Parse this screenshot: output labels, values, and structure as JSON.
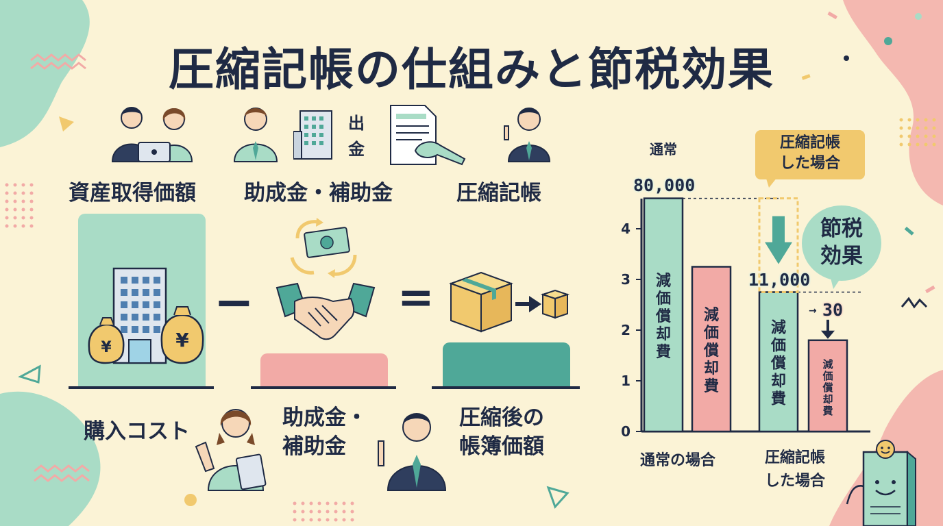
{
  "title": "圧縮記帳の仕組みと節税効果",
  "top_labels": {
    "acquisition": "資産取得価額",
    "subsidy": "助成金・補助金",
    "compression": "圧縮記帳",
    "payout_char1": "出",
    "payout_char2": "金"
  },
  "equation": {
    "minus": "−",
    "equals": "=",
    "purchase_cost": "購入コスト",
    "subsidy_line1": "助成金・",
    "subsidy_line2": "補助金",
    "after_line1": "圧縮後の",
    "after_line2": "帳簿価額",
    "yen": "¥"
  },
  "chart_labels": {
    "normal_header": "通常",
    "compressed_callout_line1": "圧縮記帳",
    "compressed_callout_line2": "した場合",
    "tax_effect_line1": "節税",
    "tax_effect_line2": "効果",
    "value_80000": "80,000",
    "value_11000": "11,000",
    "value_30": "30",
    "x_normal": "通常の場合",
    "x_compressed_line1": "圧縮記帳",
    "x_compressed_line2": "した場合",
    "bar_label": "減価償却費"
  },
  "chart_data": {
    "type": "bar",
    "categories": [
      "通常の場合",
      "圧縮記帳した場合"
    ],
    "yticks": [
      0,
      1,
      2,
      3,
      4
    ],
    "ylim": [
      0,
      4.6
    ],
    "bars": [
      {
        "category": "通常の場合",
        "value": 4.6,
        "color": "#a9dcc6",
        "label": "減価償却費"
      },
      {
        "category": "通常の場合",
        "value": 3.25,
        "color": "#f2aaa6",
        "label": "減価償却費"
      },
      {
        "category": "圧縮記帳した場合",
        "value": 2.75,
        "color": "#a9dcc6",
        "label": "減価償却費"
      },
      {
        "category": "圧縮記帳した場合",
        "value": 1.8,
        "color": "#f2aaa6",
        "label": "減価償却費"
      }
    ]
  },
  "colors": {
    "navy": "#1f2a44",
    "mint": "#a9dcc6",
    "teal": "#4fa898",
    "pink": "#f2aaa6",
    "yellow": "#f1c96e",
    "cream": "#fbf3d6"
  }
}
